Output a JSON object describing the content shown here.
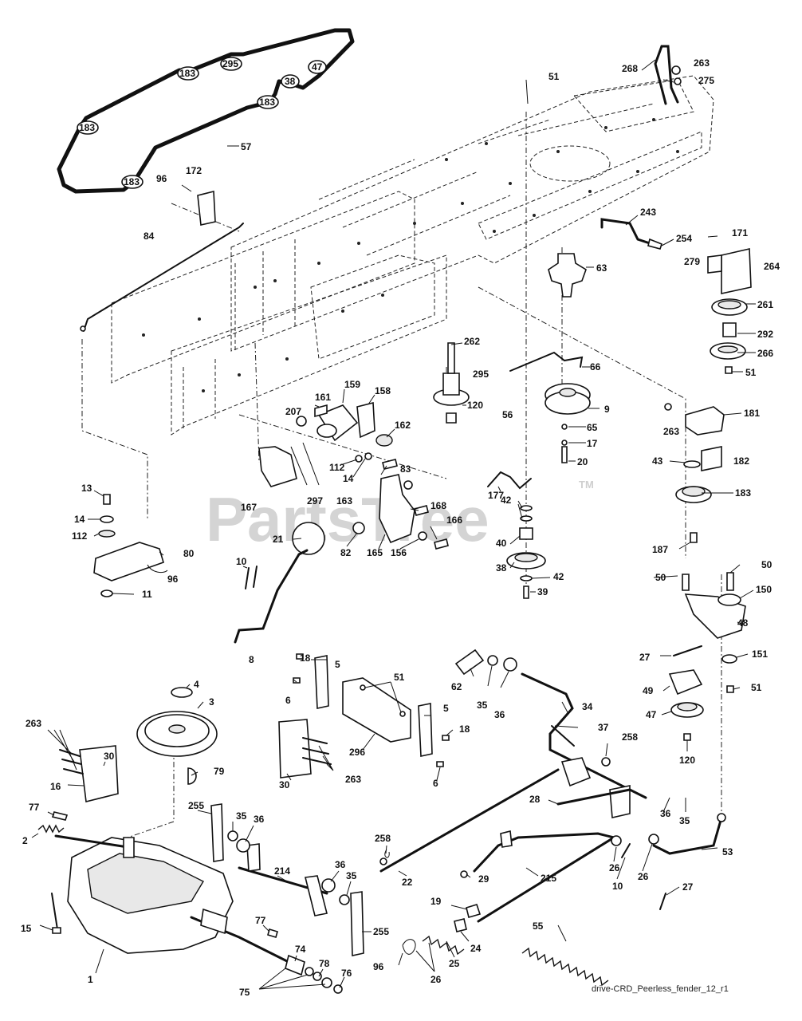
{
  "watermark": {
    "text": "PartsTree",
    "tm": "TM"
  },
  "caption": "drive-CRD_Peerless_fender_12_r1",
  "belt_callouts": [
    "183",
    "295",
    "47",
    "38",
    "183",
    "183",
    "183"
  ],
  "callouts": [
    {
      "id": "c57",
      "label": "57"
    },
    {
      "id": "c96a",
      "label": "96"
    },
    {
      "id": "c172",
      "label": "172"
    },
    {
      "id": "c84",
      "label": "84"
    },
    {
      "id": "c51a",
      "label": "51"
    },
    {
      "id": "c268",
      "label": "268"
    },
    {
      "id": "c263a",
      "label": "263"
    },
    {
      "id": "c275",
      "label": "275"
    },
    {
      "id": "c243",
      "label": "243"
    },
    {
      "id": "c254",
      "label": "254"
    },
    {
      "id": "c171",
      "label": "171"
    },
    {
      "id": "c279",
      "label": "279"
    },
    {
      "id": "c264",
      "label": "264"
    },
    {
      "id": "c63",
      "label": "63"
    },
    {
      "id": "c261",
      "label": "261"
    },
    {
      "id": "c292",
      "label": "292"
    },
    {
      "id": "c266",
      "label": "266"
    },
    {
      "id": "c51b",
      "label": "51"
    },
    {
      "id": "c262",
      "label": "262"
    },
    {
      "id": "c66",
      "label": "66"
    },
    {
      "id": "c295",
      "label": "295"
    },
    {
      "id": "c120a",
      "label": "120"
    },
    {
      "id": "c56",
      "label": "56"
    },
    {
      "id": "c9",
      "label": "9"
    },
    {
      "id": "c65",
      "label": "65"
    },
    {
      "id": "c17",
      "label": "17"
    },
    {
      "id": "c20",
      "label": "20"
    },
    {
      "id": "c263b",
      "label": "263"
    },
    {
      "id": "c181",
      "label": "181"
    },
    {
      "id": "c43",
      "label": "43"
    },
    {
      "id": "c182",
      "label": "182"
    },
    {
      "id": "c183",
      "label": "183"
    },
    {
      "id": "c187",
      "label": "187"
    },
    {
      "id": "c207",
      "label": "207"
    },
    {
      "id": "c161",
      "label": "161"
    },
    {
      "id": "c159",
      "label": "159"
    },
    {
      "id": "c158",
      "label": "158"
    },
    {
      "id": "c162",
      "label": "162"
    },
    {
      "id": "c112a",
      "label": "112"
    },
    {
      "id": "c14a",
      "label": "14"
    },
    {
      "id": "c83",
      "label": "83"
    },
    {
      "id": "c167",
      "label": "167"
    },
    {
      "id": "c297",
      "label": "297"
    },
    {
      "id": "c163",
      "label": "163"
    },
    {
      "id": "c177",
      "label": "177"
    },
    {
      "id": "c42a",
      "label": "42"
    },
    {
      "id": "c40",
      "label": "40"
    },
    {
      "id": "c38",
      "label": "38"
    },
    {
      "id": "c42b",
      "label": "42"
    },
    {
      "id": "c39",
      "label": "39"
    },
    {
      "id": "c168",
      "label": "168"
    },
    {
      "id": "c166",
      "label": "166"
    },
    {
      "id": "c21",
      "label": "21"
    },
    {
      "id": "c82",
      "label": "82"
    },
    {
      "id": "c165",
      "label": "165"
    },
    {
      "id": "c156",
      "label": "156"
    },
    {
      "id": "c13",
      "label": "13"
    },
    {
      "id": "c14b",
      "label": "14"
    },
    {
      "id": "c112b",
      "label": "112"
    },
    {
      "id": "c80",
      "label": "80"
    },
    {
      "id": "c96b",
      "label": "96"
    },
    {
      "id": "c11",
      "label": "11"
    },
    {
      "id": "c10a",
      "label": "10"
    },
    {
      "id": "c8",
      "label": "8"
    },
    {
      "id": "c50a",
      "label": "50"
    },
    {
      "id": "c50b",
      "label": "50"
    },
    {
      "id": "c150",
      "label": "150"
    },
    {
      "id": "c48",
      "label": "48"
    },
    {
      "id": "c27a",
      "label": "27"
    },
    {
      "id": "c151",
      "label": "151"
    },
    {
      "id": "c49",
      "label": "49"
    },
    {
      "id": "c51c",
      "label": "51"
    },
    {
      "id": "c47",
      "label": "47"
    },
    {
      "id": "c120b",
      "label": "120"
    },
    {
      "id": "c18a",
      "label": "18"
    },
    {
      "id": "c5a",
      "label": "5"
    },
    {
      "id": "c6a",
      "label": "6"
    },
    {
      "id": "c51d",
      "label": "51"
    },
    {
      "id": "c62",
      "label": "62"
    },
    {
      "id": "c35a",
      "label": "35"
    },
    {
      "id": "c36a",
      "label": "36"
    },
    {
      "id": "c34",
      "label": "34"
    },
    {
      "id": "c37",
      "label": "37"
    },
    {
      "id": "c258a",
      "label": "258"
    },
    {
      "id": "c4",
      "label": "4"
    },
    {
      "id": "c3",
      "label": "3"
    },
    {
      "id": "c263c",
      "label": "263"
    },
    {
      "id": "c30a",
      "label": "30"
    },
    {
      "id": "c16",
      "label": "16"
    },
    {
      "id": "c79",
      "label": "79"
    },
    {
      "id": "c5b",
      "label": "5"
    },
    {
      "id": "c18b",
      "label": "18"
    },
    {
      "id": "c296",
      "label": "296"
    },
    {
      "id": "c6b",
      "label": "6"
    },
    {
      "id": "c30b",
      "label": "30"
    },
    {
      "id": "c263d",
      "label": "263"
    },
    {
      "id": "c77a",
      "label": "77"
    },
    {
      "id": "c255a",
      "label": "255"
    },
    {
      "id": "c35b",
      "label": "35"
    },
    {
      "id": "c36b",
      "label": "36"
    },
    {
      "id": "c28",
      "label": "28"
    },
    {
      "id": "c36c",
      "label": "36"
    },
    {
      "id": "c35c",
      "label": "35"
    },
    {
      "id": "c53",
      "label": "53"
    },
    {
      "id": "c2",
      "label": "2"
    },
    {
      "id": "c258b",
      "label": "258"
    },
    {
      "id": "c214",
      "label": "214"
    },
    {
      "id": "c36d",
      "label": "36"
    },
    {
      "id": "c35d",
      "label": "35"
    },
    {
      "id": "c29",
      "label": "29"
    },
    {
      "id": "c26a",
      "label": "26"
    },
    {
      "id": "c10b",
      "label": "10"
    },
    {
      "id": "c26b",
      "label": "26"
    },
    {
      "id": "c22",
      "label": "22"
    },
    {
      "id": "c215",
      "label": "215"
    },
    {
      "id": "c27b",
      "label": "27"
    },
    {
      "id": "c15",
      "label": "15"
    },
    {
      "id": "c19",
      "label": "19"
    },
    {
      "id": "c255b",
      "label": "255"
    },
    {
      "id": "c77b",
      "label": "77"
    },
    {
      "id": "c24",
      "label": "24"
    },
    {
      "id": "c55",
      "label": "55"
    },
    {
      "id": "c1",
      "label": "1"
    },
    {
      "id": "c74",
      "label": "74"
    },
    {
      "id": "c96c",
      "label": "96"
    },
    {
      "id": "c25",
      "label": "25"
    },
    {
      "id": "c78",
      "label": "78"
    },
    {
      "id": "c26c",
      "label": "26"
    },
    {
      "id": "c76",
      "label": "76"
    },
    {
      "id": "c75",
      "label": "75"
    }
  ]
}
